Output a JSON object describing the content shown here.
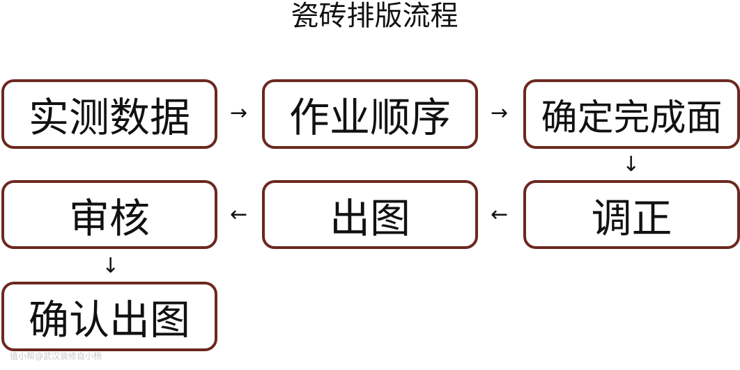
{
  "title": "瓷砖排版流程",
  "steps": [
    {
      "label": "实测数据"
    },
    {
      "label": "作业顺序"
    },
    {
      "label": "确定完成面"
    },
    {
      "label": "调正"
    },
    {
      "label": "出图"
    },
    {
      "label": "审核"
    },
    {
      "label": "确认出图"
    }
  ],
  "arrows": {
    "right": "→",
    "left": "←",
    "down": "↓"
  },
  "watermark": "值小帮@武汉装修自小杨"
}
